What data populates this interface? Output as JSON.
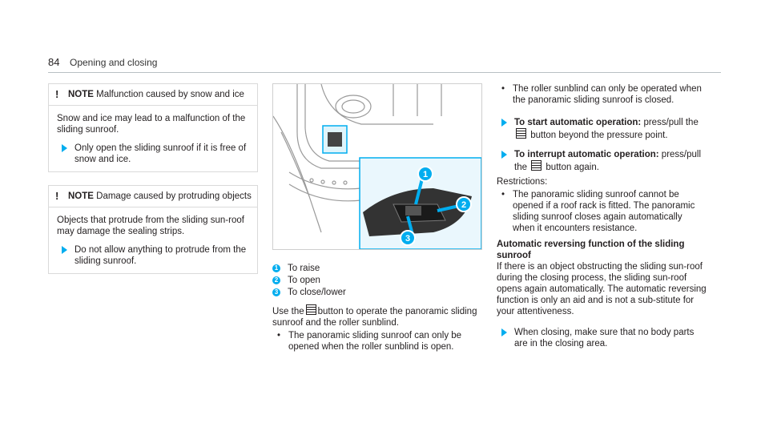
{
  "header": {
    "page_number": "84",
    "section": "Opening and closing"
  },
  "notes": [
    {
      "label": "NOTE",
      "title": "Malfunction caused by snow and ice",
      "text": "Snow and ice may lead to a malfunction of the sliding sunroof.",
      "step": "Only open the sliding sunroof if it is free of snow and ice."
    },
    {
      "label": "NOTE",
      "title": "Damage caused by protruding objects",
      "text": "Objects that protrude from the sliding sun-roof may damage the sealing strips.",
      "step": "Do not allow anything to protrude from the sliding sunroof."
    }
  ],
  "figure": {
    "callouts": [
      "1",
      "2",
      "3"
    ]
  },
  "legend": [
    {
      "num": "1",
      "text": "To raise"
    },
    {
      "num": "2",
      "text": "To open"
    },
    {
      "num": "3",
      "text": "To close/lower"
    }
  ],
  "use_text_a": "Use the",
  "use_text_b": "button to operate the panoramic sliding sunroof and the roller sunblind.",
  "bullet_open": "The panoramic sliding sunroof can only be opened when the roller sunblind is open.",
  "bullet_closed": "The roller sunblind can only be operated when the panoramic sliding sunroof is closed.",
  "start_label": "To start automatic operation:",
  "start_text_a": "press/pull the",
  "start_text_b": "button beyond the pressure point.",
  "interrupt_label": "To interrupt automatic operation:",
  "interrupt_text_a": "press/pull the",
  "interrupt_text_b": "button again.",
  "restrictions_label": "Restrictions:",
  "restriction_text": "The panoramic sliding sunroof cannot be opened if a roof rack is fitted. The panoramic sliding sunroof closes again automatically when it encounters resistance.",
  "reversing_heading": "Automatic reversing function of the sliding sunroof",
  "reversing_text": "If there is an object obstructing the sliding sun-roof during the closing process, the sliding sun-roof opens again automatically. The automatic reversing function is only an aid and is not a sub-stitute for your attentiveness.",
  "closing_step": "When closing, make sure that no body parts are in the closing area.",
  "colors": {
    "accent": "#00adef",
    "figure_bg": "#1a1a1a"
  }
}
